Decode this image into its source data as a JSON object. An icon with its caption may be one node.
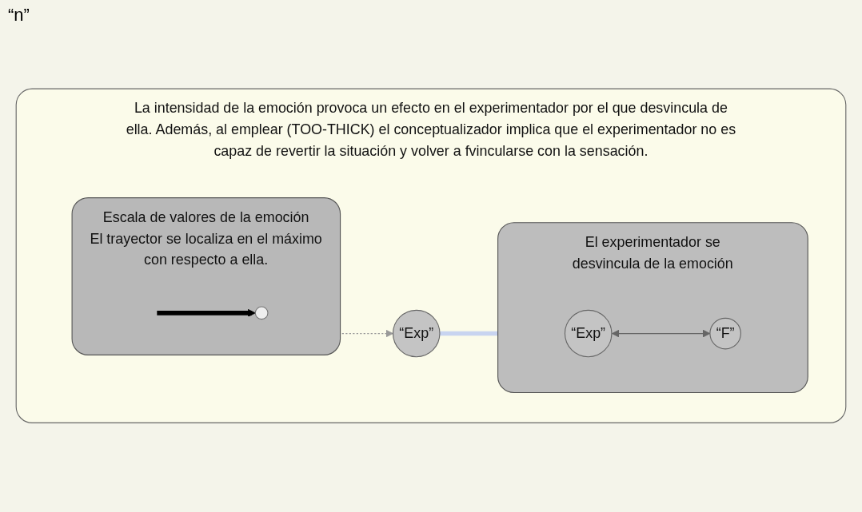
{
  "diagram": {
    "nodes": [
      {
        "text": [
          "La intensidad de la emoción provoca un efecto en el experimentador por el que desvincula de ella. Además, al emplear (TOO-THICK) el conceptualizador implica que el experimentador no es capaz de revertir la situación y volver a fvincularse con la sensación."
        ]
      },
      {
        "text": [
          "Escala de valores de la emoción",
          "El trayector se localiza en el máximo con respecto a ella."
        ],
        "in": 0
      },
      {
        "text": [],
        "shape": "circle",
        "in": 1
      },
      {
        "text": [
          "“Exp”"
        ],
        "in": 0
      },
      {
        "text": [
          "El experimentador se desvincula de la emoción"
        ],
        "in": 0
      },
      {
        "text": [
          "“Exp”"
        ],
        "in": 4
      },
      {
        "text": [
          "“F”"
        ],
        "in": 4
      }
    ],
    "edges": [
      {
        "from": null,
        "to": 2,
        "arrow": "to",
        "style": "thick",
        "color": "#000000"
      },
      {
        "from": 1,
        "to": 3,
        "arrow": "to",
        "style": "dashed",
        "color": "#999999"
      },
      {
        "from": 3,
        "to": 4,
        "arrow": "to",
        "style": "thick",
        "color": "#c8d4f0"
      },
      {
        "from": 5,
        "to": 6,
        "arrow": "both",
        "color": "#666666"
      }
    ],
    "labels": [
      "“n”"
    ]
  }
}
